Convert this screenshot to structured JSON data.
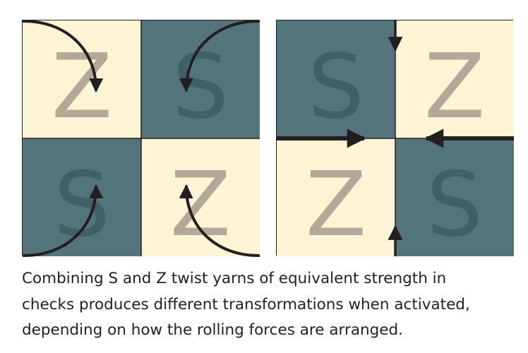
{
  "colors": {
    "cream": "#fdf4d6",
    "teal": "#54747b",
    "letter_on_cream": "#b2aa96",
    "letter_on_teal": "#3f6066",
    "ink": "#231f20"
  },
  "panel_left": {
    "cells": [
      {
        "letter": "Z",
        "fill": "cream"
      },
      {
        "letter": "S",
        "fill": "teal"
      },
      {
        "letter": "S",
        "fill": "teal"
      },
      {
        "letter": "Z",
        "fill": "cream"
      }
    ]
  },
  "panel_right": {
    "cells": [
      {
        "letter": "S",
        "fill": "teal"
      },
      {
        "letter": "Z",
        "fill": "cream"
      },
      {
        "letter": "Z",
        "fill": "cream"
      },
      {
        "letter": "S",
        "fill": "teal"
      }
    ]
  },
  "caption": {
    "line1": "Combining S and Z twist yarns of equivalent strength in",
    "line2": "checks produces different transformations when activated,",
    "line3": "depending on how the rolling forces are arranged."
  }
}
